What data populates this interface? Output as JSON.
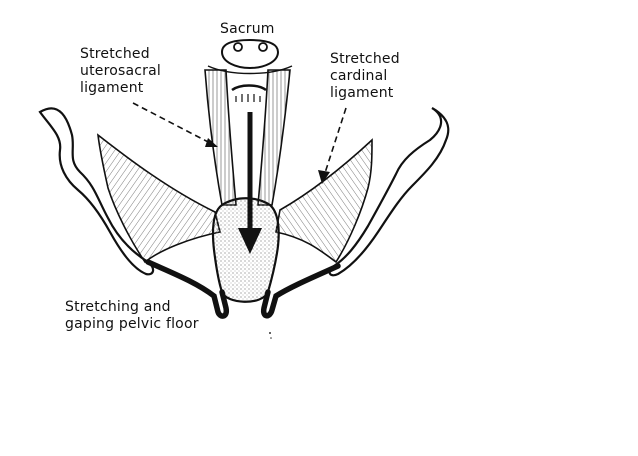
{
  "labels": {
    "sacrum": "Sacrum",
    "uterosacral": [
      "Stretched",
      "uterosacral",
      "ligament"
    ],
    "cardinal": [
      "Stretched",
      "cardinal",
      "ligament"
    ],
    "pelvic_floor": [
      "Stretching and",
      "gaping pelvic floor"
    ]
  },
  "colors": {
    "ink": "#111111",
    "background": "#ffffff",
    "stipple": "#9a9a9a"
  }
}
